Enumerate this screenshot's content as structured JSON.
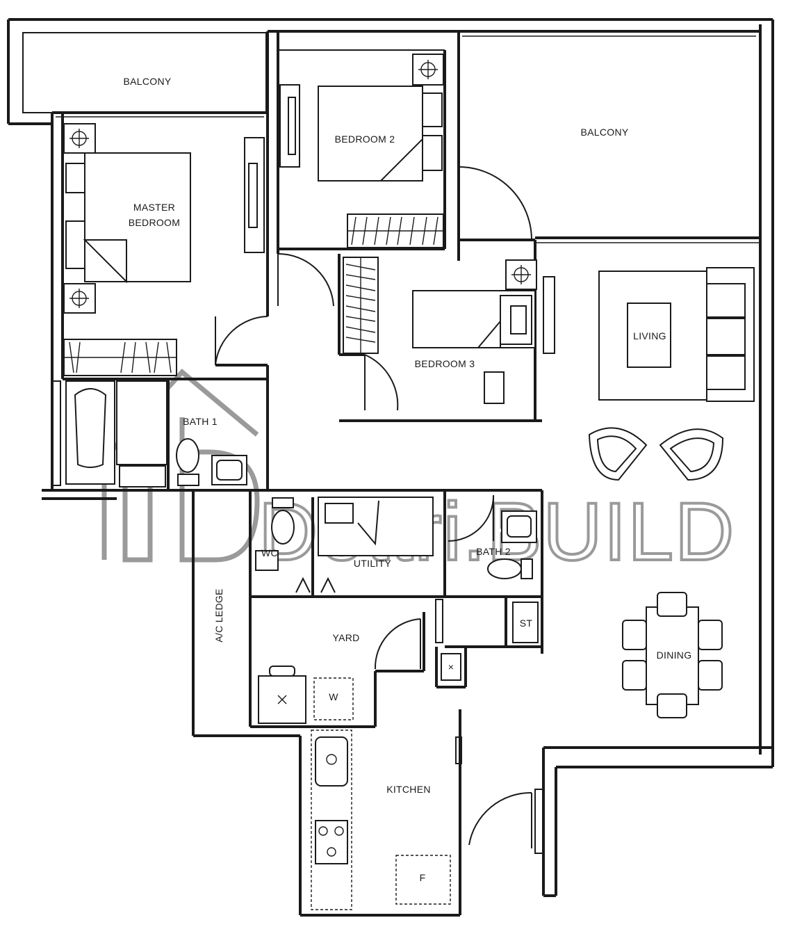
{
  "rooms": {
    "balcony_left": "BALCONY",
    "balcony_right": "BALCONY",
    "master_bedroom_line1": "MASTER",
    "master_bedroom_line2": "BEDROOM",
    "bedroom2": "BEDROOM 2",
    "bedroom3": "BEDROOM 3",
    "living": "LIVING",
    "bath1": "BATH 1",
    "wc": "WC",
    "utility": "UTILITY",
    "bath2": "BATH 2",
    "st": "ST",
    "ac_ledge": "A/C LEDGE",
    "yard": "YARD",
    "dining": "DINING",
    "kitchen": "KITCHEN"
  },
  "fixtures": {
    "washer": "W",
    "fridge": "F"
  },
  "watermark": "Dottri.BUILD"
}
